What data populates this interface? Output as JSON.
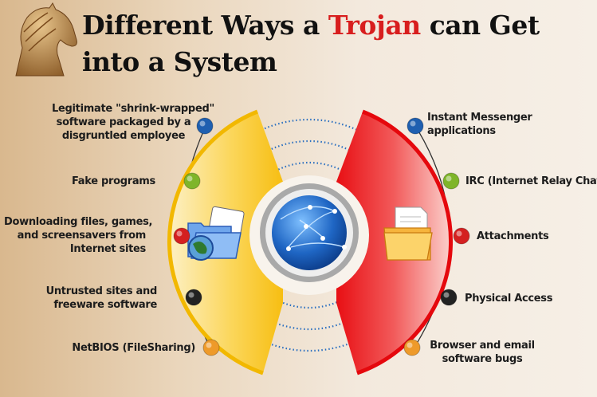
{
  "title": {
    "line1_before": "Different Ways a ",
    "line1_highlight": "Trojan",
    "line1_after": " can Get",
    "line2": "into a System"
  },
  "left_items": [
    {
      "label": "Legitimate \"shrink-wrapped\" software packaged by a disgruntled employee",
      "lines": [
        "Legitimate \"shrink-wrapped\"",
        "software packaged by a",
        "disgruntled employee"
      ],
      "dot_color": "#1f5fb0"
    },
    {
      "label": "Fake programs",
      "lines": [
        "Fake programs"
      ],
      "dot_color": "#7fb52a"
    },
    {
      "label": "Downloading files, games, and screensavers from Internet sites",
      "lines": [
        "Downloading files, games,",
        "and screensavers from",
        "Internet sites"
      ],
      "dot_color": "#d42020"
    },
    {
      "label": "Untrusted sites and freeware software",
      "lines": [
        "Untrusted sites and",
        "freeware software"
      ],
      "dot_color": "#222222"
    },
    {
      "label": "NetBIOS (FileSharing)",
      "lines": [
        "NetBIOS (FileSharing)"
      ],
      "dot_color": "#ee9a2a"
    }
  ],
  "right_items": [
    {
      "label": "Instant Messenger applications",
      "lines": [
        "Instant Messenger",
        "applications"
      ],
      "dot_color": "#1f5fb0"
    },
    {
      "label": "IRC (Internet Relay Chat)",
      "lines": [
        "IRC (Internet Relay Chat)"
      ],
      "dot_color": "#7fb52a"
    },
    {
      "label": "Attachments",
      "lines": [
        "Attachments"
      ],
      "dot_color": "#d42020"
    },
    {
      "label": "Physical Access",
      "lines": [
        "Physical Access"
      ],
      "dot_color": "#222222"
    },
    {
      "label": "Browser and email software bugs",
      "lines": [
        "Browser and email",
        "software bugs"
      ],
      "dot_color": "#ee9a2a"
    }
  ],
  "colors": {
    "left_segment": "#f7c21a",
    "right_segment": "#e8161b",
    "globe": "#1f66c4",
    "accent_title": "#d81e1e"
  },
  "icons": [
    "trojan-horse-logo",
    "folder-globe-icon",
    "globe-network-icon",
    "folder-document-icon"
  ]
}
